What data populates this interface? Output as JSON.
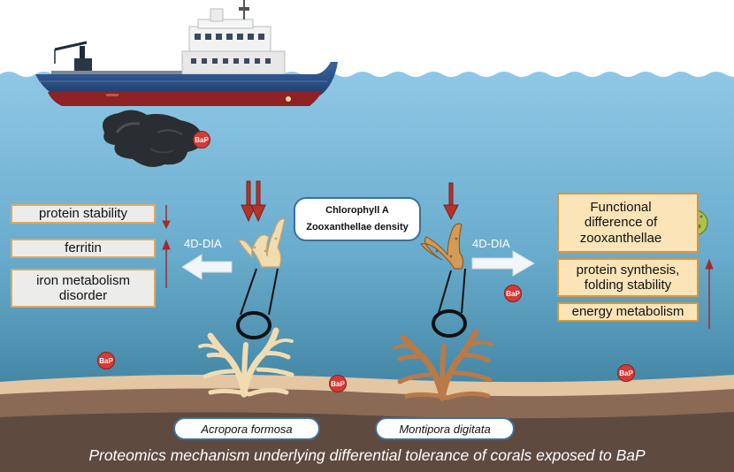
{
  "labels": {
    "protein_stability": "protein stability",
    "ferritin": "ferritin",
    "iron_metabolism": "iron metabolism disorder",
    "chlorophyll": "Chlorophyll A",
    "zooxanthellae_density": "Zooxanthellae density",
    "functional_difference": "Functional difference of zooxanthellae",
    "protein_synthesis": "protein synthesis, folding stability",
    "energy_metabolism": "energy metabolism",
    "dia_left": "4D-DIA",
    "dia_right": "4D-DIA",
    "species_left": "Acropora formosa",
    "species_right": "Montipora digitata",
    "caption": "Proteomics mechanism underlying differential tolerance of corals exposed to BaP"
  },
  "bap_markers": [
    "BaP",
    "BaP",
    "BaP",
    "BaP",
    "BaP"
  ],
  "colors": {
    "sky": "#ffffff",
    "water_top": "#8cc6e4",
    "water_bottom": "#2a6e8a",
    "hull_blue": "#2c5286",
    "hull_red": "#8e2225",
    "oil": "#2a2d31",
    "bap_red": "#d43a36",
    "coral_pale": "#f1dcb2",
    "coral_brown": "#c98a52",
    "arrow_red": "#b3332c",
    "box_border": "#d6963e"
  },
  "icons": [
    "ship-icon",
    "oil-slick-icon",
    "coral-fragment-icon",
    "coral-colony-icon",
    "zooxanthellae-cell-icon",
    "ring-tag-icon"
  ]
}
